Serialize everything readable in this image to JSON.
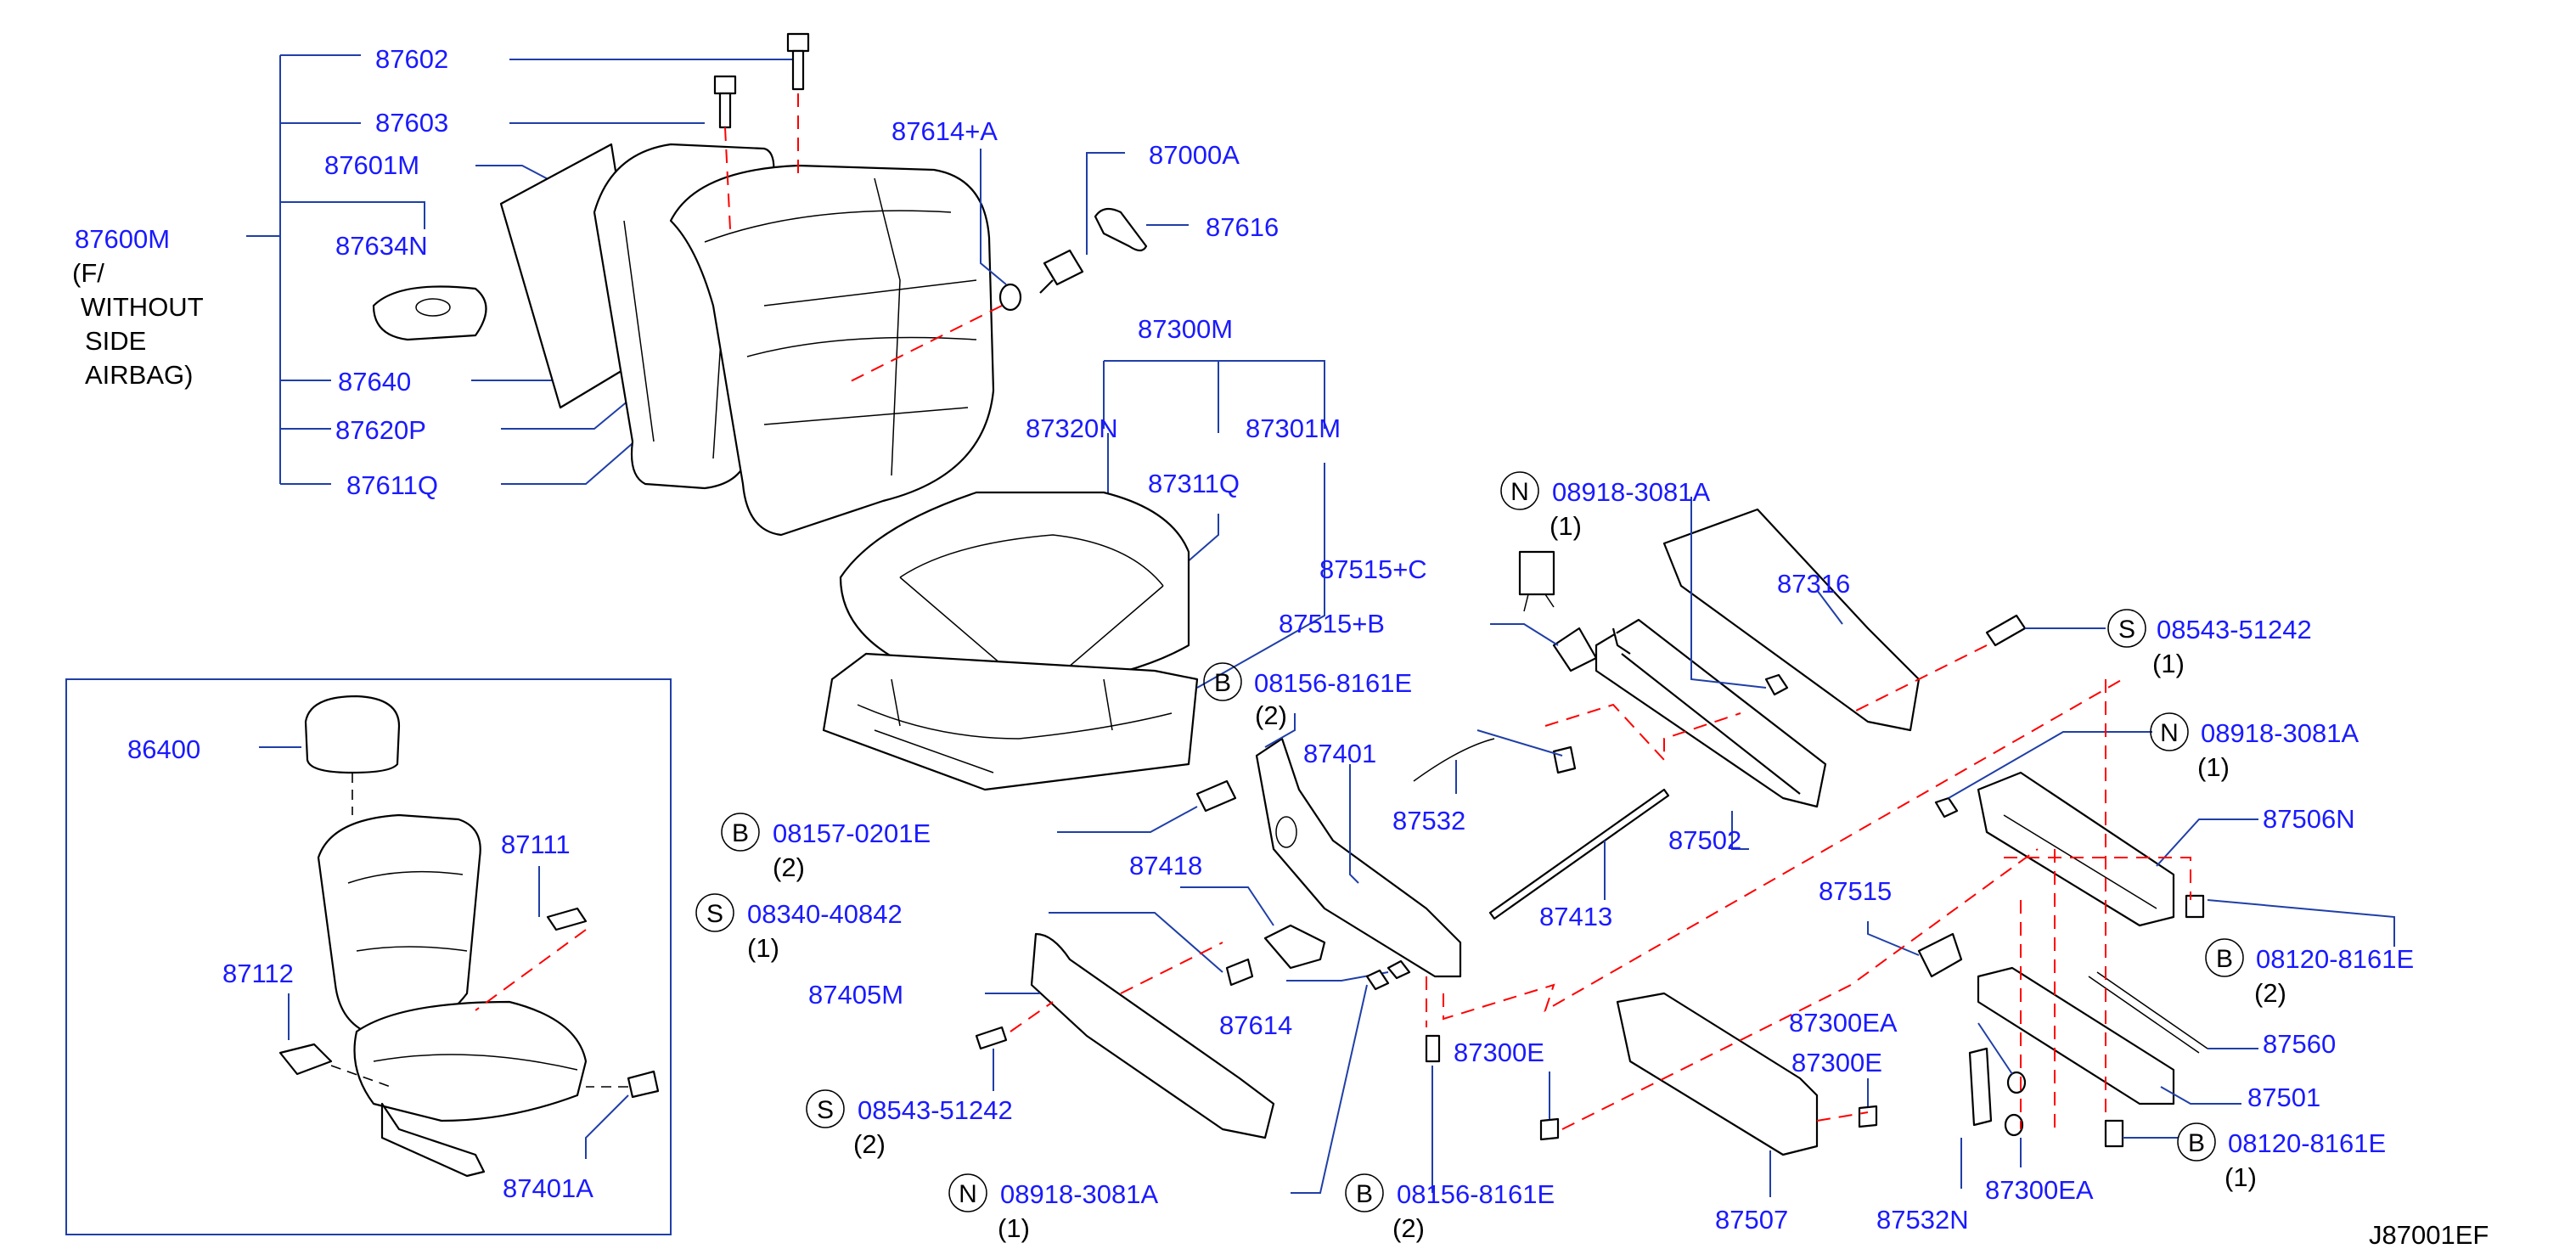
{
  "diagram_code": "J87001EF",
  "labels": {
    "p87602": "87602",
    "p87603": "87603",
    "p87601M": "87601M",
    "p87600M": "87600M",
    "p87600M_note1": "(F/",
    "p87600M_note2": "WITHOUT",
    "p87600M_note3": "SIDE",
    "p87600M_note4": "AIRBAG)",
    "p87634N": "87634N",
    "p87640": "87640",
    "p87620P": "87620P",
    "p87611Q": "87611Q",
    "p87614A": "87614+A",
    "p87000A": "87000A",
    "p87616": "87616",
    "p87300M": "87300M",
    "p87320N": "87320N",
    "p87301M": "87301M",
    "p87311Q": "87311Q",
    "n1_code": "08918-3081A",
    "n1_qty": "(1)",
    "p87316": "87316",
    "p87515C": "87515+C",
    "p87515B": "87515+B",
    "s1_code": "08543-51242",
    "s1_qty": "(1)",
    "b1_code": "08156-8161E",
    "b1_qty": "(2)",
    "p87401": "87401",
    "n2_code": "08918-3081A",
    "n2_qty": "(1)",
    "p87532": "87532",
    "p87502": "87502",
    "p87506N": "87506N",
    "b2_code": "08157-0201E",
    "b2_qty": "(2)",
    "p87418": "87418",
    "s2_code": "08340-40842",
    "s2_qty": "(1)",
    "p87413": "87413",
    "p87515": "87515",
    "b3_code": "08120-8161E",
    "b3_qty": "(2)",
    "p87405M": "87405M",
    "p87614": "87614",
    "p87300EA_top": "87300EA",
    "p87560": "87560",
    "p87300E_mid": "87300E",
    "p87300E_right": "87300E",
    "s3_code": "08543-51242",
    "s3_qty": "(2)",
    "p87501": "87501",
    "b4_code": "08120-8161E",
    "b4_qty": "(1)",
    "n3_code": "08918-3081A",
    "n3_qty": "(1)",
    "b5_code": "08156-8161E",
    "b5_qty": "(2)",
    "p87507": "87507",
    "p87532N": "87532N",
    "p87300EA_bottom": "87300EA",
    "p86400": "86400",
    "p87111": "87111",
    "p87112": "87112",
    "p87401A": "87401A",
    "circle_N": "N",
    "circle_B": "B",
    "circle_S": "S"
  },
  "colors": {
    "label": "#1a1aff",
    "leader": "#1f3fa8",
    "dash": "#ff0000",
    "outline": "#000000"
  }
}
